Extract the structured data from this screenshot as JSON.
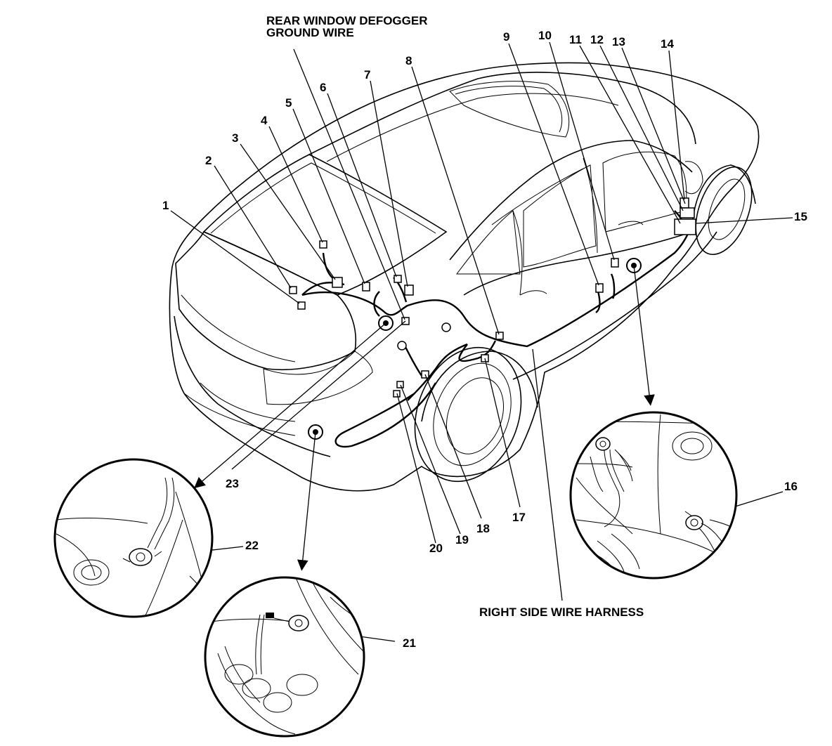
{
  "captions": {
    "rear_window_line1": "REAR WINDOW DEFOGGER",
    "rear_window_line2": "GROUND WIRE",
    "right_side_harness": "RIGHT SIDE WIRE HARNESS"
  },
  "callouts": {
    "c1": "1",
    "c2": "2",
    "c3": "3",
    "c4": "4",
    "c5": "5",
    "c6": "6",
    "c7": "7",
    "c8": "8",
    "c9": "9",
    "c10": "10",
    "c11": "11",
    "c12": "12",
    "c13": "13",
    "c14": "14",
    "c15": "15",
    "c16": "16",
    "c17": "17",
    "c18": "18",
    "c19": "19",
    "c20": "20",
    "c21": "21",
    "c22": "22",
    "c23": "23"
  }
}
